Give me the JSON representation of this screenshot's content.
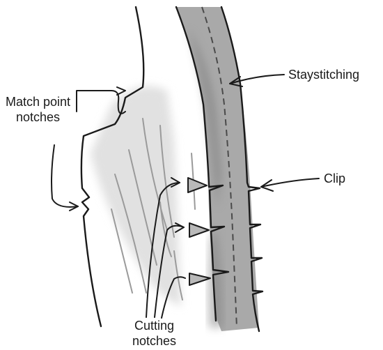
{
  "labels": {
    "staystitching": "Staystitching",
    "match_point_line1": "Match point",
    "match_point_line2": "notches",
    "clip": "Clip",
    "cutting_line1": "Cutting",
    "cutting_line2": "notches"
  },
  "colors": {
    "ink": "#1a1a1a",
    "shade_dark": "#8a8a8a",
    "shade_light": "#c8c8c8",
    "wash": "#e3e3e3"
  }
}
